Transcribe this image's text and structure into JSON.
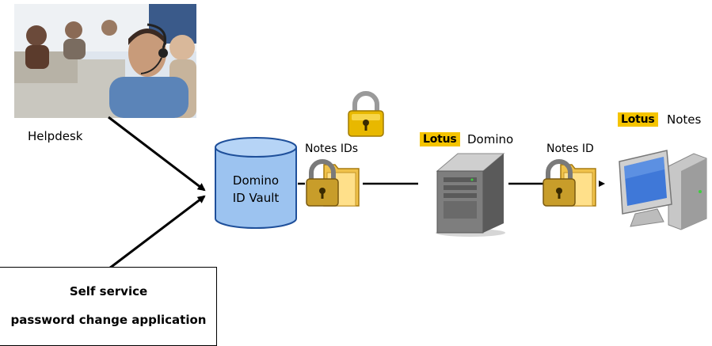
{
  "helpdesk": {
    "label": "Helpdesk"
  },
  "vault": {
    "line1": "Domino",
    "line2": "ID Vault"
  },
  "notes_ids": {
    "label": "Notes IDs"
  },
  "domino_server": {
    "brand": "Lotus",
    "label": "Domino"
  },
  "notes_id": {
    "label": "Notes ID"
  },
  "notes_client": {
    "brand": "Lotus",
    "label": "Notes"
  },
  "self_service": {
    "line1": "Self service",
    "line2": "password change application"
  },
  "colors": {
    "lotus_yellow": "#f5c400",
    "vault_blue": "#9cc3f0",
    "lock_gold": "#e8b800"
  }
}
